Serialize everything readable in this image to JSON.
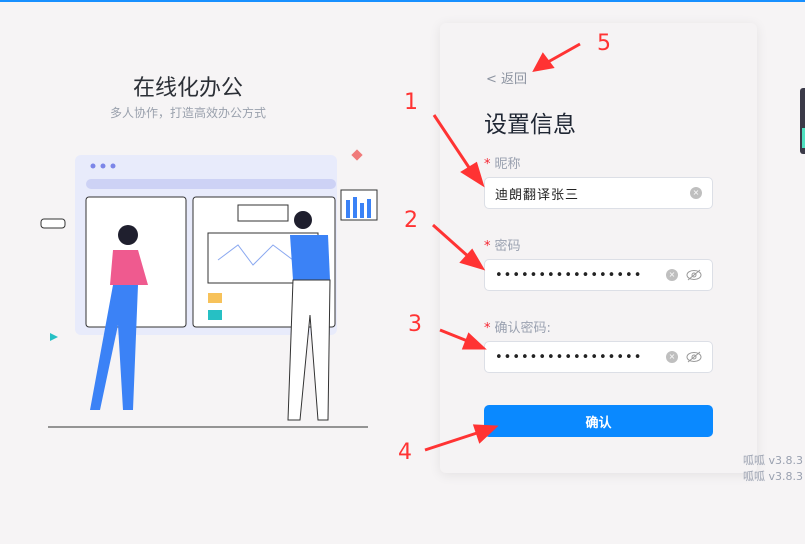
{
  "hero": {
    "title": "在线化办公",
    "subtitle": "多人协作，打造高效办公方式"
  },
  "card": {
    "back_label": "返回",
    "title": "设置信息",
    "fields": [
      {
        "label": "昵称",
        "required": "*",
        "value": "迪朗翻译张三"
      },
      {
        "label": "密码",
        "required": "*",
        "value": "•••••••••••••••••"
      },
      {
        "label": "确认密码:",
        "required": "*",
        "value": "•••••••••••••••••"
      }
    ],
    "confirm_label": "确认"
  },
  "version": [
    "呱呱 v3.8.3",
    "呱呱 v3.8.3"
  ],
  "annotations": [
    "1",
    "2",
    "3",
    "4",
    "5"
  ],
  "colors": {
    "primary": "#0a89ff",
    "annotation": "#ff3333"
  }
}
